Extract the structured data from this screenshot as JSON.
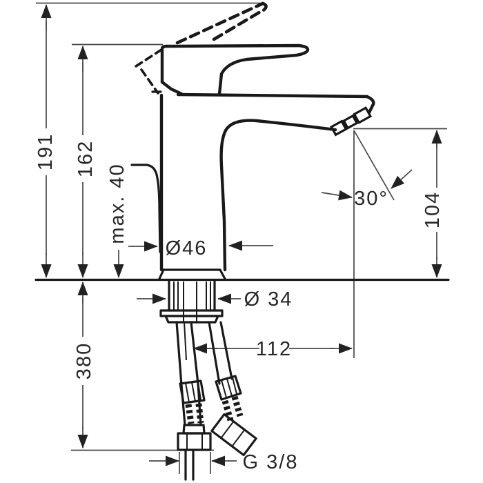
{
  "drawing": {
    "subject": "single-lever basin mixer faucet - side elevation installation drawing",
    "units": "mm",
    "background": "#ffffff",
    "outline_color": "#191919",
    "dimension_color": "#474747"
  },
  "labels": {
    "overall_height": "191",
    "handle_height": "162",
    "max_mounting_thickness": "max. 40",
    "body_diameter": "Ø46",
    "spout_angle": "30°",
    "spout_outlet_height": "104",
    "shank_diameter": "Ø 34",
    "hose_length": "380",
    "spout_reach": "112",
    "connection_thread": "G 3/8"
  }
}
